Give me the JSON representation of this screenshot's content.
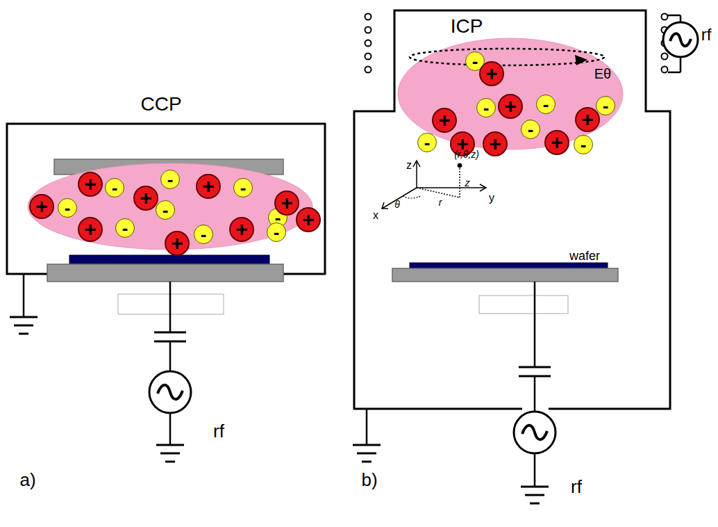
{
  "diagram": {
    "nodes": [
      {
        "text": [
          "+"
        ]
      },
      {
        "text": [
          "-"
        ]
      },
      {
        "text": [
          "+"
        ]
      },
      {
        "text": [
          "-"
        ]
      },
      {
        "text": [
          "+"
        ]
      },
      {
        "text": [
          "-"
        ]
      },
      {
        "text": [
          "-"
        ]
      },
      {
        "text": [
          "+"
        ]
      },
      {
        "text": [
          "-"
        ]
      },
      {
        "text": [
          "-"
        ]
      },
      {
        "text": [
          "+"
        ]
      },
      {
        "text": [
          "+"
        ]
      },
      {
        "text": [
          "-"
        ]
      },
      {
        "text": [
          "+"
        ]
      },
      {
        "text": [
          "-"
        ]
      },
      {
        "text": [
          "+"
        ]
      },
      {
        "text": [
          "-"
        ]
      },
      {
        "text": [
          "+"
        ]
      },
      {
        "text": [
          "-"
        ]
      },
      {
        "text": [
          "+"
        ]
      },
      {
        "text": [
          "-"
        ]
      },
      {
        "text": [
          "+"
        ]
      },
      {
        "text": [
          "-"
        ]
      },
      {
        "text": [
          "+"
        ]
      },
      {
        "text": [
          "-"
        ]
      },
      {
        "text": [
          "+"
        ]
      },
      {
        "text": [
          "+"
        ]
      },
      {
        "text": [
          "-"
        ]
      },
      {
        "text": [
          "+"
        ]
      },
      {
        "text": [
          "+"
        ]
      },
      {
        "text": [
          "-"
        ]
      },
      {
        "text": [
          "-"
        ]
      }
    ],
    "labels": [
      "CCP",
      "ICP",
      "Eθ",
      "rf",
      "z",
      "(r,θ,z)",
      "z",
      "y",
      "x",
      "θ",
      "r",
      "wafer",
      "rf",
      "rf",
      "a)",
      "b)"
    ]
  }
}
